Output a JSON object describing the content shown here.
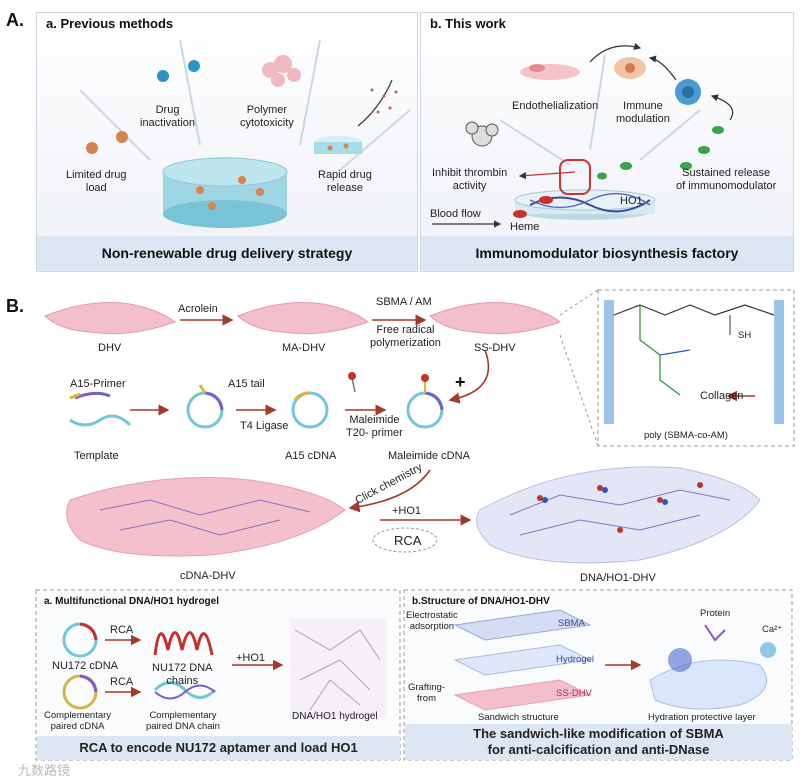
{
  "section_a": {
    "label": "A.",
    "left": {
      "title": "a.  Previous methods",
      "items": [
        "Drug\ninactivation",
        "Polymer\ncytotoxicity",
        "Limited drug\nload",
        "Rapid drug\nrelease"
      ],
      "footer": "Non-renewable drug delivery strategy"
    },
    "right": {
      "title": "b. This work",
      "items": [
        "Endothelialization",
        "Immune\nmodulation",
        "Inhibit thrombin\nactivity",
        "Sustained release\nof immunomodulator",
        "HO1",
        "Blood flow",
        "Heme"
      ],
      "footer": "Immunomodulator biosynthesis factory"
    }
  },
  "section_b": {
    "label": "B.",
    "flow_labels": [
      "DHV",
      "Acrolein",
      "MA-DHV",
      "SBMA / AM",
      "Free radical\npolymerization",
      "SS-DHV"
    ],
    "dna_labels": [
      "A15-Primer",
      "A15 tail",
      "Template",
      "T4 Ligase",
      "A15 cDNA",
      "Maleimide\nT20- primer",
      "Maleimide cDNA",
      "+"
    ],
    "inset": {
      "caption": "poly (SBMA-co-AM)",
      "collagen": "Collagen",
      "sh": "SH"
    },
    "mid_labels": [
      "Click chemistry",
      "+HO1",
      "RCA",
      "cDNA-DHV",
      "DNA/HO1-DHV"
    ],
    "box_a": {
      "title": "a. Multifunctional DNA/HO1 hydrogel",
      "labels": [
        "NU172 cDNA",
        "RCA",
        "NU172 DNA\nchains",
        "+HO1",
        "RCA",
        "Complementary\npaired cDNA",
        "Complementary\npaired DNA chain",
        "DNA/HO1 hydrogel"
      ],
      "footer": "RCA to encode NU172 aptamer and load HO1"
    },
    "box_b": {
      "title": "b.Structure of DNA/HO1-DHV",
      "labels": [
        "Electrostatic\nadsorption",
        "SBMA",
        "Hydrogel",
        "Grafting-\nfrom",
        "SS-DHV",
        "Sandwich structure",
        "Protein",
        "Ca²⁺",
        "Hydration protective layer"
      ],
      "footer": "The sandwich-like modification of SBMA\nfor anti-calcification and anti-DNase"
    }
  },
  "watermark": "九数路镜",
  "colors": {
    "band": "#dde6f3",
    "arrow": "#a33a2a",
    "tissue": "#f0b8c4",
    "cyan": "#7fd0dc",
    "green": "#2c9a3c"
  }
}
